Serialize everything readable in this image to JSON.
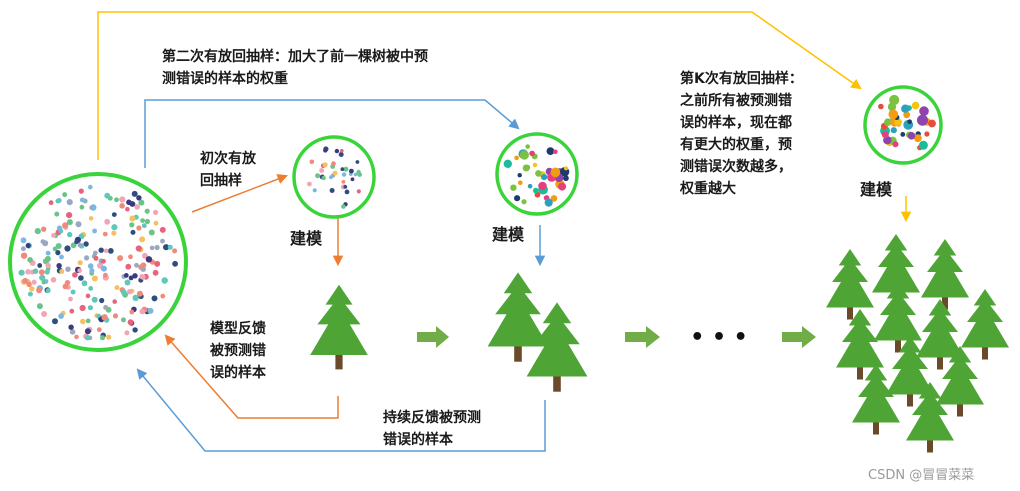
{
  "labels": {
    "second_sampling": [
      "第二次有放回抽样：加大了前一棵树被中预",
      "测错误的样本的权重"
    ],
    "kth_sampling": [
      "第K次有放回抽样：",
      "之前所有被预测错",
      "误的样本，现在都",
      "有更大的权重，预",
      "测错误次数越多，",
      "权重越大"
    ],
    "first_sampling": [
      "初次有放",
      "回抽样"
    ],
    "build_model": "建模",
    "feedback": [
      "模型反馈",
      "被预测错",
      "误的样本"
    ],
    "continued_feedback": [
      "持续反馈被预测",
      "错误的样本"
    ],
    "ellipsis": "• • •"
  },
  "watermark": "CSDN @冒冒菜菜",
  "colors": {
    "circle_outline": "#39d43a",
    "tree_green": "#4ea434",
    "trunk": "#6a4a28",
    "arrow_orange": "#ed7d31",
    "arrow_blue": "#5b9bd5",
    "arrow_yellow": "#ffc000",
    "block_arrow": "#70ad47"
  },
  "dot_palette": [
    "#f08a7a",
    "#5fc8b8",
    "#2f4e80",
    "#9aa8c0",
    "#f5c060",
    "#3a3a80",
    "#e8647c",
    "#6ac48a",
    "#7ab8e0",
    "#f0a6b8"
  ],
  "sample_palette": [
    "#e63f7f",
    "#8e44ad",
    "#7cc242",
    "#f39c12",
    "#2e9fbf",
    "#e74c3c",
    "#1f3b6e",
    "#f1c40f",
    "#1abc9c"
  ]
}
